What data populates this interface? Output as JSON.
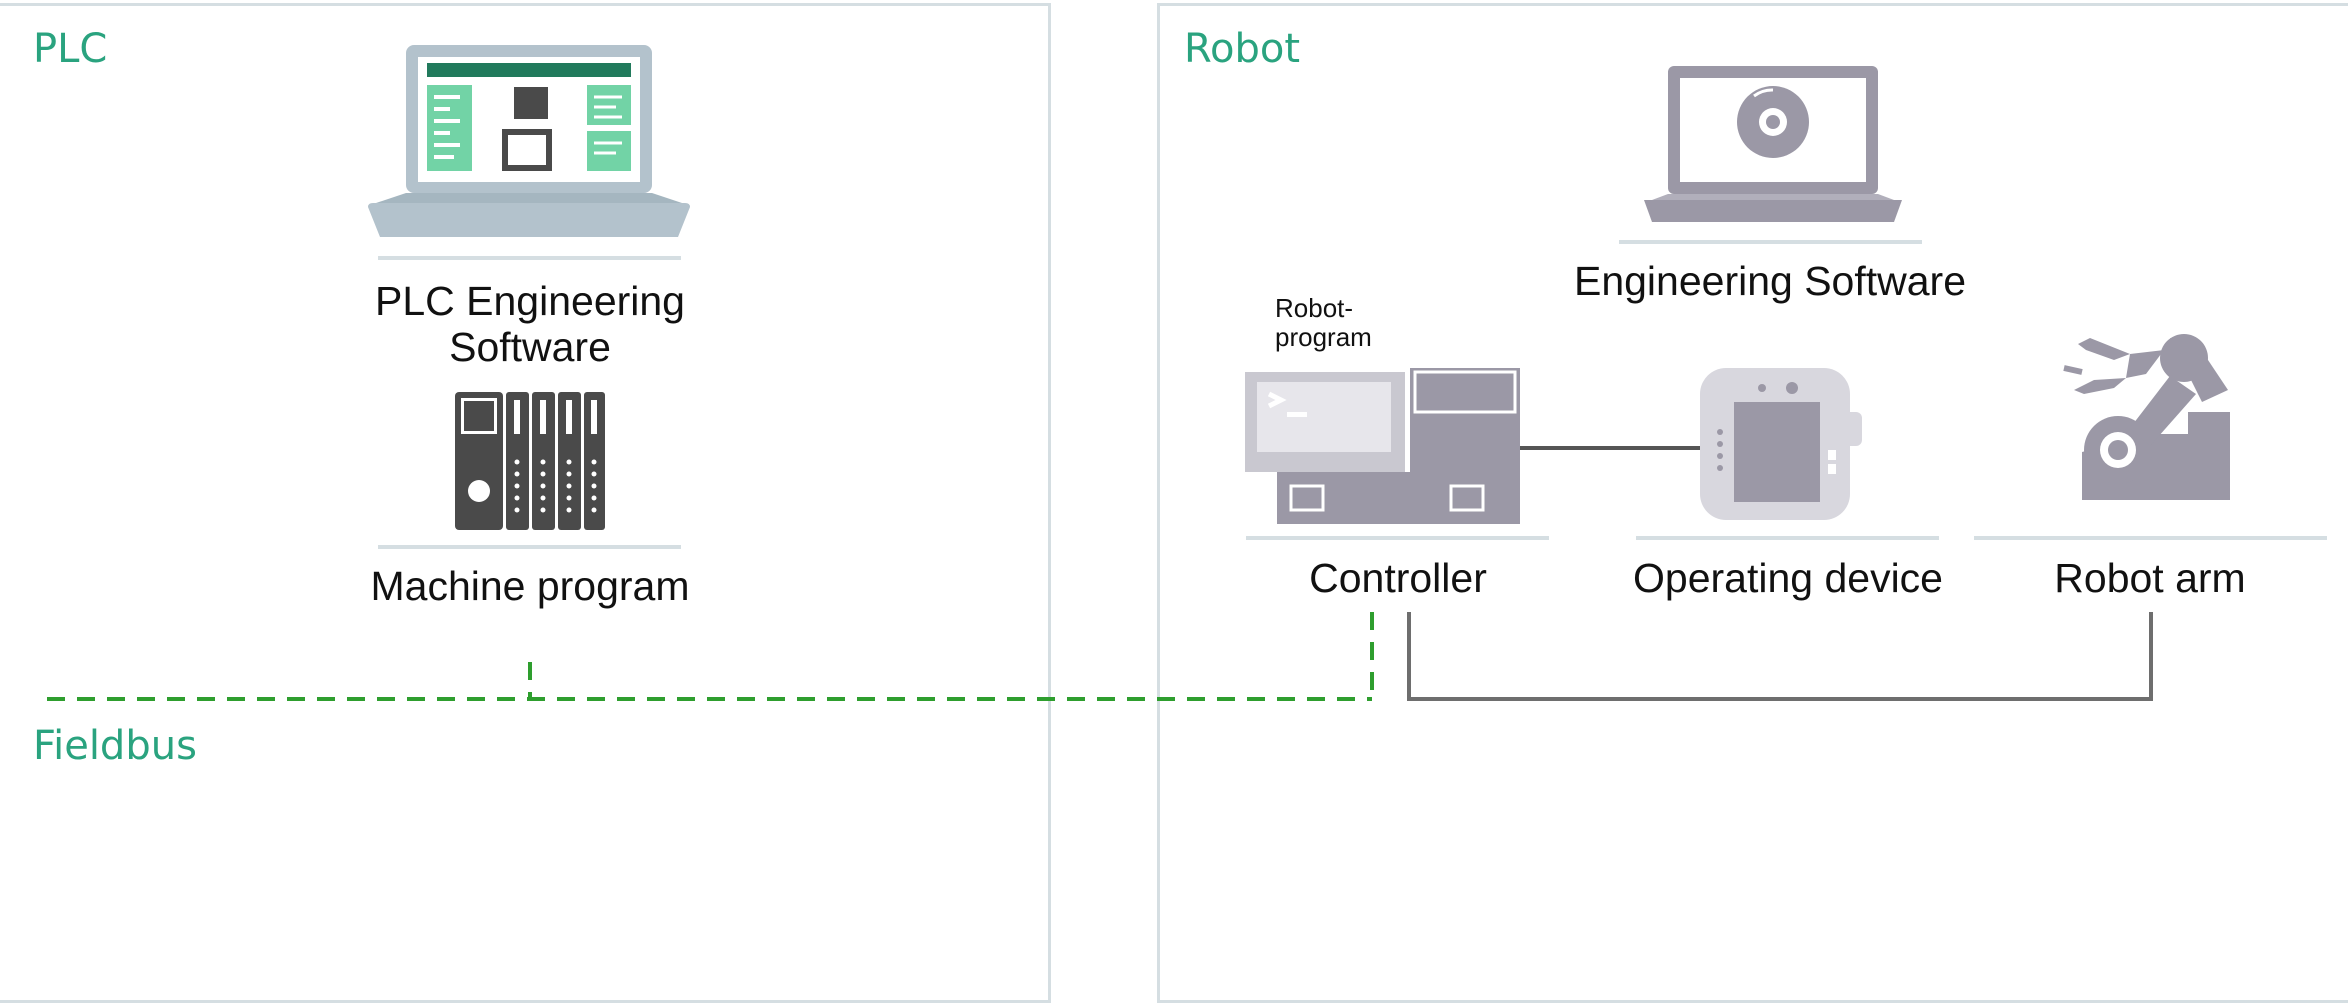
{
  "sections": {
    "plc": "PLC",
    "robot": "Robot",
    "fieldbus": "Fieldbus"
  },
  "plc_side": {
    "engineering_software": "PLC Engineering Software",
    "machine_program": "Machine program"
  },
  "robot_side": {
    "engineering_software": "Engineering Software",
    "robot_program": "Robot-program",
    "controller": "Controller",
    "operating_device": "Operating device",
    "robot_arm": "Robot arm"
  },
  "colors": {
    "accent_green": "#2aa37f",
    "fieldbus_line": "#2e9e2e",
    "device_gray": "#9b98a6",
    "panel_border": "#d5dee2",
    "laptop_plc": "#b3c2cc"
  },
  "icons": [
    "plc-laptop-icon",
    "plc-module-icon",
    "laptop-disc-icon",
    "controller-icon",
    "teach-pendant-icon",
    "robot-arm-icon"
  ]
}
